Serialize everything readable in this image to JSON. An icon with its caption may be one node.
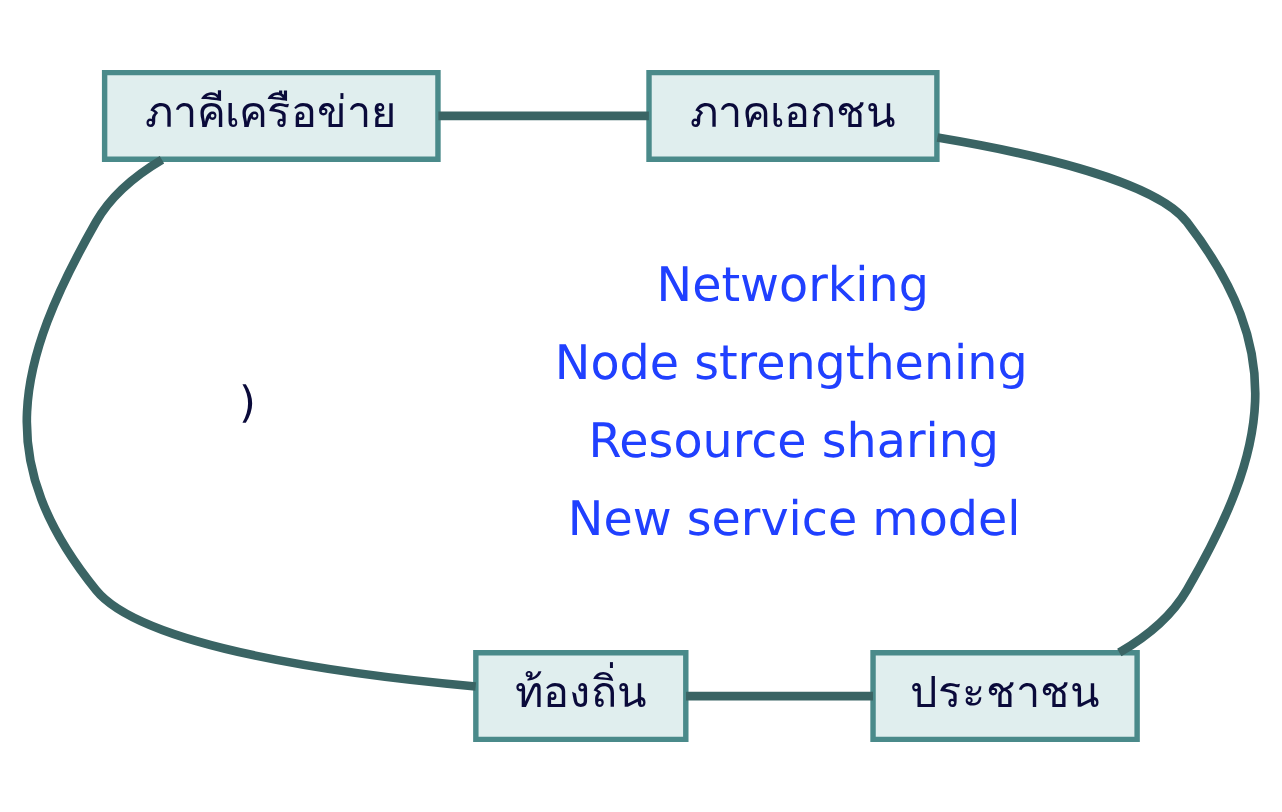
{
  "diagram": {
    "nodes": [
      {
        "text": [
          "ภาคีเครือข่าย"
        ]
      },
      {
        "text": [
          "ภาคเอกชน"
        ]
      },
      {
        "text": [
          "ท้องถิ่น"
        ]
      },
      {
        "text": [
          "ประชาชน"
        ]
      }
    ],
    "edges": [
      {
        "from": 0,
        "to": 1,
        "arrow": "none"
      },
      {
        "from": 0,
        "to": 2,
        "arrow": "none"
      },
      {
        "from": 1,
        "to": 3,
        "arrow": "none"
      },
      {
        "from": 2,
        "to": 3,
        "arrow": "none"
      }
    ],
    "labels": [
      ")",
      "Networking",
      "Node strengthening",
      "Resource sharing",
      "New service model"
    ]
  }
}
